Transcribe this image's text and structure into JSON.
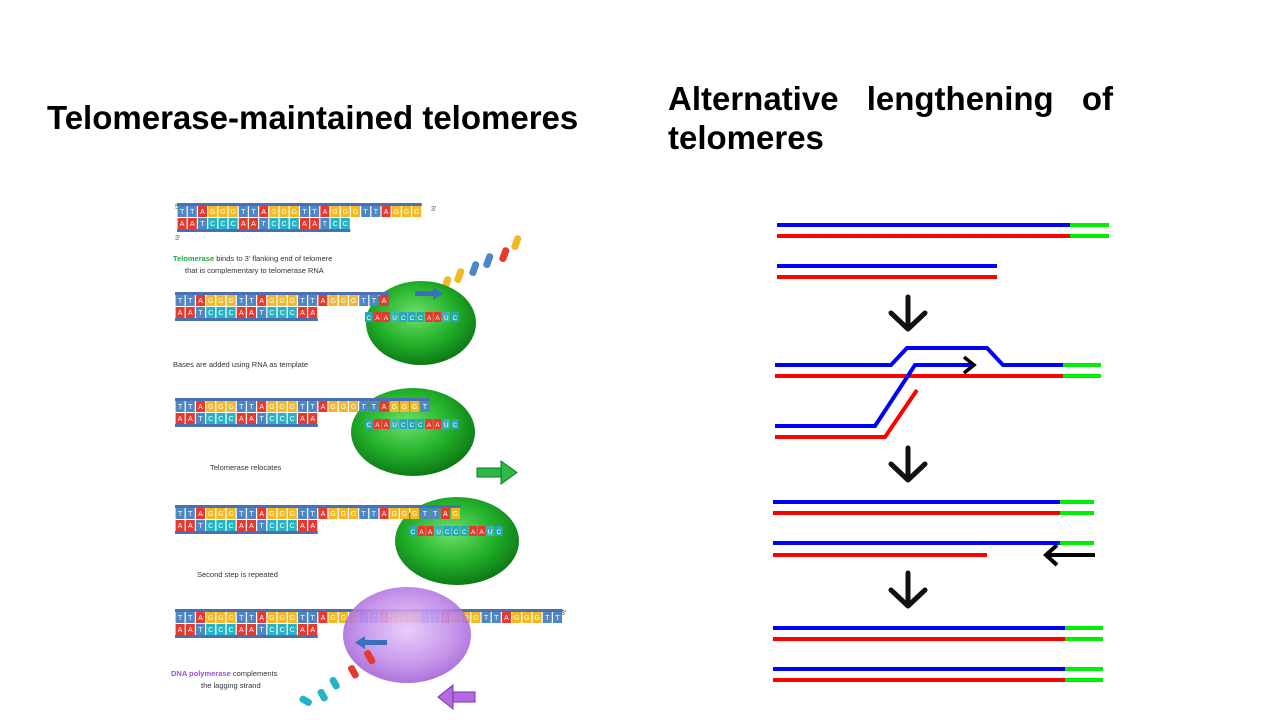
{
  "titles": {
    "left": "Telomerase-maintained telomeres",
    "right": "Alternative lengthening of telomeres"
  },
  "telomerase_diagram": {
    "top_repeat": "TTAGGG",
    "bottom_repeat": "AATCCC",
    "rna_template": "CAAUCCCAAUC",
    "end_label_top_left": "5'",
    "end_label_top_right": "3'",
    "end_label_bottom_left": "3'",
    "captions": {
      "step1_highlight": "Telomerase",
      "step1_rest_line1": " binds to 3' flanking end of telomere",
      "step1_line2": "that is complementary to telomerase RNA",
      "step2": "Bases are added using RNA as template",
      "step3": "Telomerase relocates",
      "step4": "Second step is repeated",
      "step5_highlight": "DNA polymerase",
      "step5_rest_line1": " complements",
      "step5_line2": "the lagging strand"
    },
    "colors": {
      "enzyme_green": "#1fa82a",
      "polymerase_purple": "#b36ee0",
      "caption_green": "#1ea83c",
      "caption_purple": "#9b4fd6",
      "backbone_blue": "#4a6fb5",
      "base_T": "#4f86c6",
      "base_A": "#e63a2f",
      "base_G": "#f2b825",
      "base_C": "#27b3c6"
    }
  },
  "alt_diagram": {
    "colors": {
      "strand_blue": "#0000ff",
      "strand_red": "#ff0000",
      "telomere_green": "#00ee00",
      "arrow": "#000000"
    }
  }
}
